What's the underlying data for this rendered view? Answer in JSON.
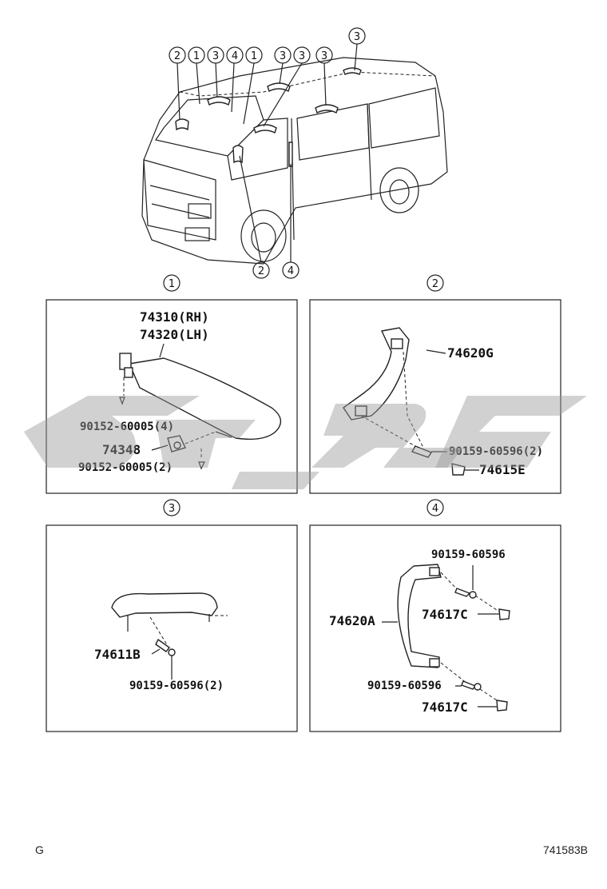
{
  "overview": {
    "top_callouts": [
      "2",
      "1",
      "3",
      "4",
      "1",
      "3",
      "3",
      "3",
      "3"
    ],
    "bottom_callouts": [
      "2",
      "4"
    ]
  },
  "panels": [
    {
      "index": "1",
      "labels": [
        "74310(RH)",
        "74320(LH)",
        "90152-60005(4)",
        "74348",
        "90152-60005(2)"
      ]
    },
    {
      "index": "2",
      "labels": [
        "74620G",
        "90159-60596(2)",
        "74615E"
      ]
    },
    {
      "index": "3",
      "labels": [
        "74611B",
        "90159-60596(2)"
      ]
    },
    {
      "index": "4",
      "labels": [
        "90159-60596",
        "74620A",
        "74617C",
        "90159-60596",
        "74617C"
      ]
    }
  ],
  "footer": {
    "left": "G",
    "right": "741583B"
  }
}
